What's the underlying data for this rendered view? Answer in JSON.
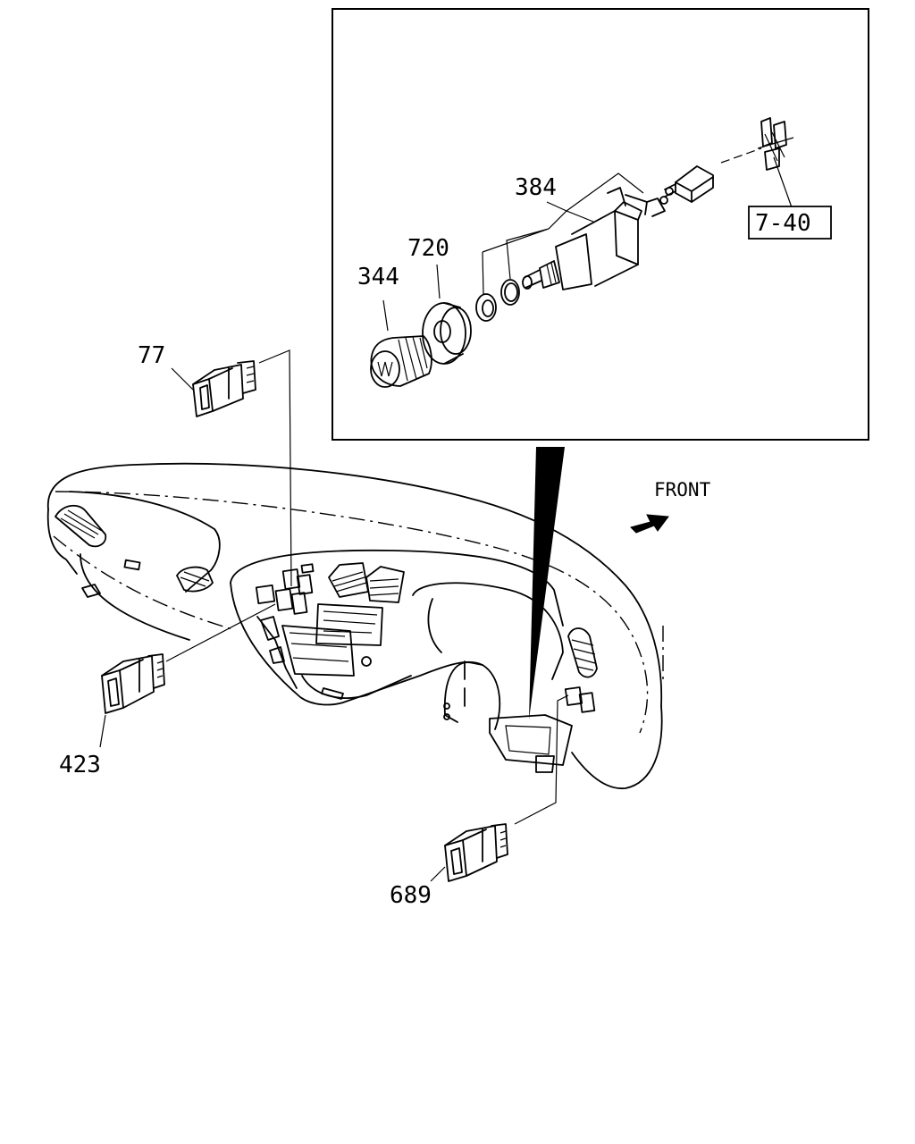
{
  "callouts": {
    "part_77": "77",
    "part_423": "423",
    "part_689": "689",
    "part_344": "344",
    "part_720": "720",
    "part_384": "384",
    "ref_7_40": "7-40"
  },
  "direction_label": "FRONT",
  "icons": {
    "direction_arrow": "arrow-right-icon",
    "switch": "rocker-switch-icon"
  }
}
